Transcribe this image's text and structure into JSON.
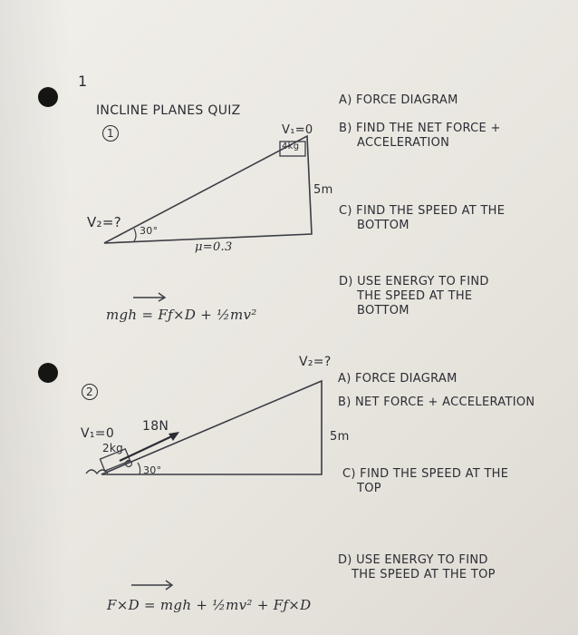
{
  "page_number": "1",
  "title": "INCLINE PLANES QUIZ",
  "problem1": {
    "number": "1",
    "v_top": "V₁=0",
    "mass": "4kg",
    "height": "5m",
    "v_bottom": "V₂=?",
    "angle": "30°",
    "friction": "μ=0.3",
    "questions": {
      "a": "A) FORCE DIAGRAM",
      "b_line1": "B) FIND THE NET FORCE +",
      "b_line2": "ACCELERATION",
      "c_line1": "C) FIND THE SPEED AT THE",
      "c_line2": "BOTTOM",
      "d_line1": "D) USE ENERGY TO FIND",
      "d_line2": "THE SPEED AT THE",
      "d_line3": "BOTTOM"
    },
    "equation": "mgh = Fƒ×D + ½mv²"
  },
  "problem2": {
    "number": "2",
    "v_start": "V₁=0",
    "mass": "2kg",
    "force": "18N",
    "angle": "30°",
    "v_top": "V₂=?",
    "height": "5m",
    "questions": {
      "a": "A) FORCE DIAGRAM",
      "b": "B) NET FORCE + ACCELERATION",
      "c_line1": "C) FIND THE SPEED AT THE",
      "c_line2": "TOP",
      "d_line1": "D) USE ENERGY TO FIND",
      "d_line2": "THE SPEED AT THE TOP"
    },
    "equation": "F×D = mgh + ½mv² + Fƒ×D"
  }
}
